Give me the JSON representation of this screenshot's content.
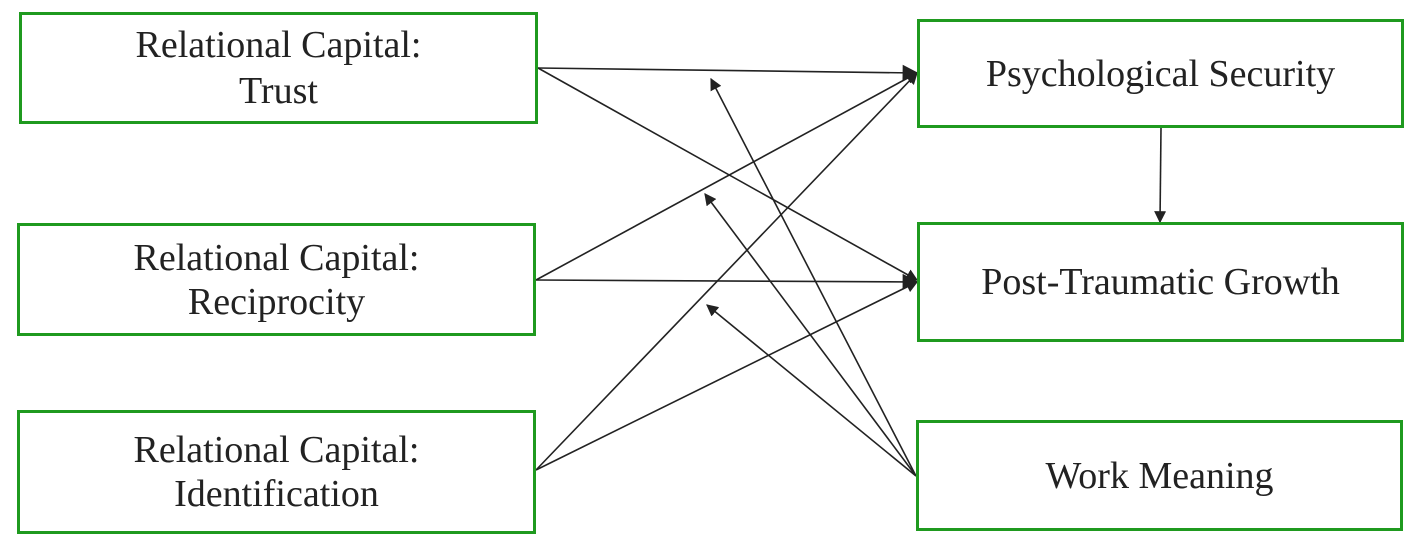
{
  "nodes": {
    "trust": {
      "line1": "Relational Capital:",
      "line2": "Trust"
    },
    "reciprocity": {
      "line1": "Relational Capital:",
      "line2": "Reciprocity"
    },
    "identification": {
      "line1": "Relational Capital:",
      "line2": "Identification"
    },
    "psychological_security": {
      "label": "Psychological Security"
    },
    "post_traumatic_growth": {
      "label": "Post-Traumatic Growth"
    },
    "work_meaning": {
      "label": "Work Meaning"
    }
  },
  "edges": [
    {
      "from": "trust",
      "to": "psychological_security"
    },
    {
      "from": "trust",
      "to": "post_traumatic_growth"
    },
    {
      "from": "reciprocity",
      "to": "psychological_security"
    },
    {
      "from": "reciprocity",
      "to": "post_traumatic_growth"
    },
    {
      "from": "identification",
      "to": "psychological_security"
    },
    {
      "from": "identification",
      "to": "post_traumatic_growth"
    },
    {
      "from": "psychological_security",
      "to": "post_traumatic_growth"
    },
    {
      "from": "work_meaning",
      "to": "trust-path",
      "type": "moderation"
    },
    {
      "from": "work_meaning",
      "to": "reciprocity-path",
      "type": "moderation"
    },
    {
      "from": "work_meaning",
      "to": "identification-path",
      "type": "moderation"
    }
  ],
  "colors": {
    "box_border": "#1f9a1f",
    "line": "#222222",
    "text": "#222222"
  }
}
